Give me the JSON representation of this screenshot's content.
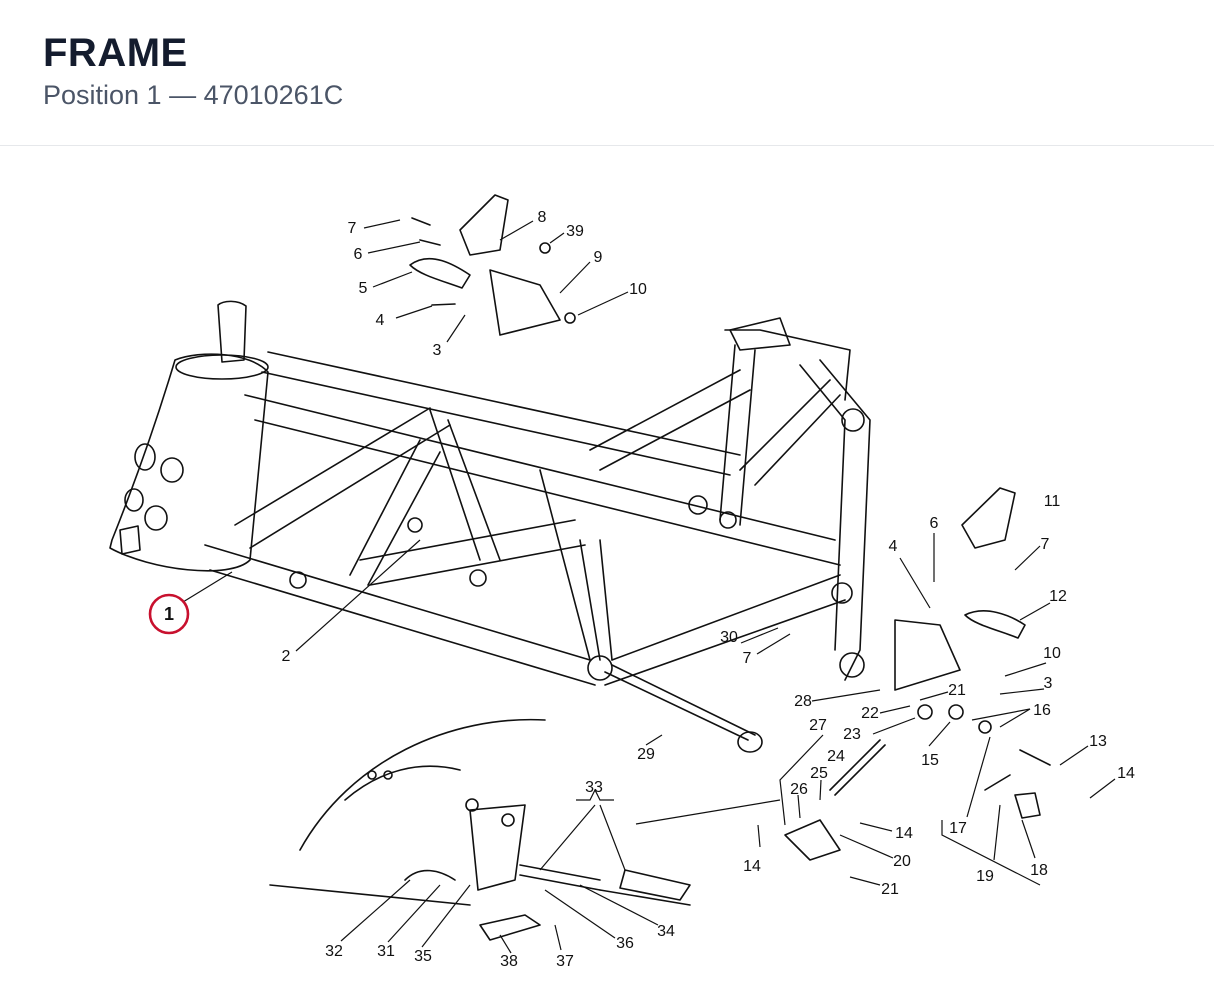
{
  "header": {
    "title": "FRAME",
    "subtitle": "Position 1 — 47010261C"
  },
  "selected_callout": "1",
  "callouts": [
    "1",
    "2",
    "3",
    "4",
    "5",
    "6",
    "7",
    "8",
    "9",
    "10",
    "11",
    "12",
    "13",
    "14",
    "15",
    "16",
    "17",
    "18",
    "19",
    "20",
    "21",
    "22",
    "23",
    "24",
    "25",
    "26",
    "27",
    "28",
    "29",
    "30",
    "31",
    "32",
    "33",
    "34",
    "35",
    "36",
    "37",
    "38",
    "39"
  ],
  "colors": {
    "selected": "#c8102e",
    "line": "#111111",
    "title": "#141c2e",
    "subtitle": "#4b5567"
  }
}
